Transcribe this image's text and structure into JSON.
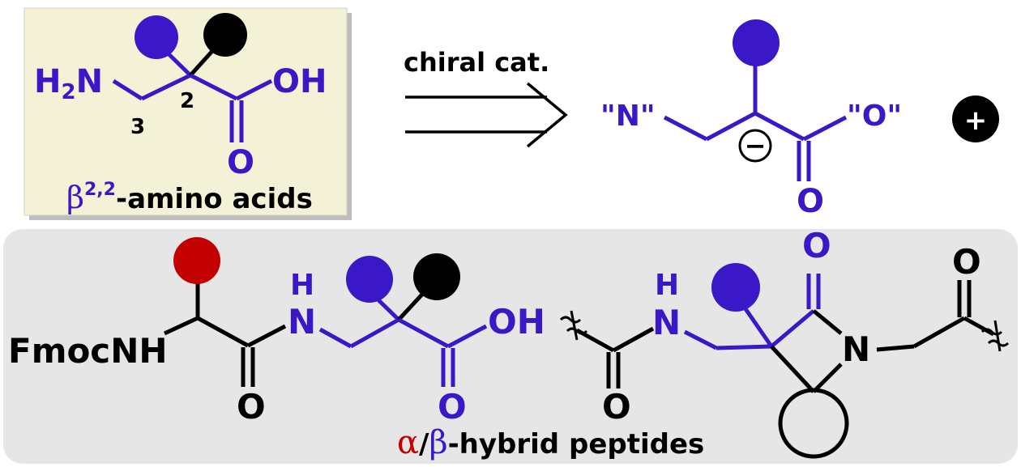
{
  "colors": {
    "purple": "#3a18c8",
    "black": "#000000",
    "red": "#c30000",
    "box_top_fill": "#f4f2d6",
    "box_bottom_fill": "#e6e6e6"
  },
  "top_left_box": {
    "atom_n": "H",
    "atom_n_sub": "2",
    "atom_n_tail": "N",
    "atom_oh": "OH",
    "atom_o": "O",
    "locant_2": "2",
    "locant_3": "3",
    "caption_greek": "β",
    "caption_superscript": "2,2",
    "caption_text": "-amino acids"
  },
  "arrow": {
    "label": "chiral cat."
  },
  "top_right": {
    "atom_n_quoted": "\"N\"",
    "atom_o_quoted": "\"O\"",
    "atom_o": "O",
    "charge_symbol": "−",
    "plus_symbol": "+"
  },
  "bottom_box": {
    "left_molecule": {
      "fmoc": "FmocNH",
      "h": "H",
      "n": "N",
      "oh": "OH",
      "o_left": "O",
      "o_right": "O"
    },
    "right_molecule": {
      "h": "H",
      "n": "N",
      "n_ring": "N",
      "o_left": "O",
      "o_top": "O",
      "o_right": "O"
    },
    "caption_alpha": "α",
    "caption_slash": "/",
    "caption_beta": "β",
    "caption_text": "-hybrid peptides"
  }
}
